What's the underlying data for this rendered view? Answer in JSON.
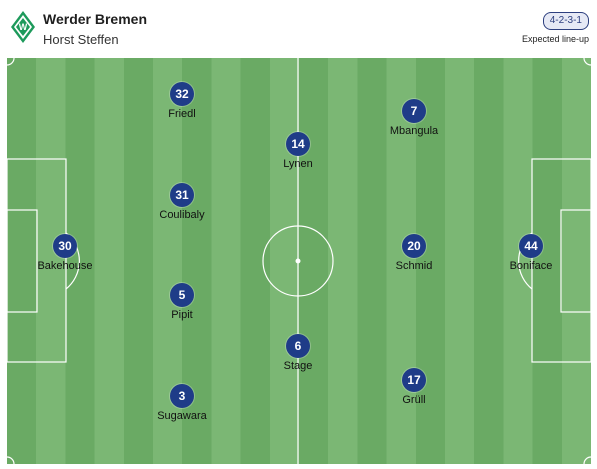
{
  "team": {
    "name": "Werder Bremen",
    "coach": "Horst Steffen",
    "formation": "4-2-3-1",
    "lineup_status": "Expected line-up",
    "colors": {
      "crest_green": "#1d9a5b",
      "shirt": "#1f3c88",
      "pitch_dark": "#6aaa64",
      "pitch_light": "#7bb774"
    }
  },
  "players": [
    {
      "number": "30",
      "name": "Bakehouse"
    },
    {
      "number": "32",
      "name": "Friedl"
    },
    {
      "number": "31",
      "name": "Coulibaly"
    },
    {
      "number": "5",
      "name": "Pipit"
    },
    {
      "number": "3",
      "name": "Sugawara"
    },
    {
      "number": "14",
      "name": "Lynen"
    },
    {
      "number": "6",
      "name": "Stage"
    },
    {
      "number": "7",
      "name": "Mbangula"
    },
    {
      "number": "20",
      "name": "Schmid"
    },
    {
      "number": "17",
      "name": "Grüll"
    },
    {
      "number": "44",
      "name": "Boniface"
    }
  ]
}
